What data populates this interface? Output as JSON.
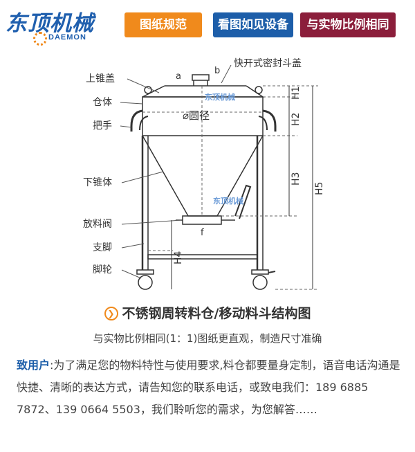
{
  "header": {
    "logo_cn": "东顶机械",
    "logo_en": "DAEMON",
    "badges": [
      "图纸规范",
      "看图如见设备",
      "与实物比例相同"
    ]
  },
  "diagram": {
    "labels": {
      "upper_cone_lid": "上锥盖",
      "silo_body": "仓体",
      "handle": "把手",
      "lower_cone": "下锥体",
      "discharge_valve": "放料阀",
      "leg": "支脚",
      "caster": "脚轮",
      "quick_lid": "快开式密封斗盖",
      "diameter": "⌀圆径",
      "a": "a",
      "b": "b",
      "f": "f"
    },
    "dimensions": [
      "H1",
      "H2",
      "H3",
      "H4",
      "H5"
    ],
    "watermark": "东顶机械"
  },
  "caption": {
    "title": "不锈钢周转料仓/移动料斗结构图",
    "subtitle": "与实物比例相同(1：1)图纸更直观，制造尺寸准确"
  },
  "notice": {
    "lead": "致用户",
    "body": ":为了满足您的物料特性与使用要求,料仓都要量身定制，语音电话沟通是快捷、清晰的表达方式，请告知您的联系电话，或致电我们：189 6885 7872、139 0664 5503，我们聆听您的需求，为您解答……"
  },
  "colors": {
    "orange": "#f08a1c",
    "blue": "#1d5ea9",
    "maroon": "#8b1e3b"
  }
}
